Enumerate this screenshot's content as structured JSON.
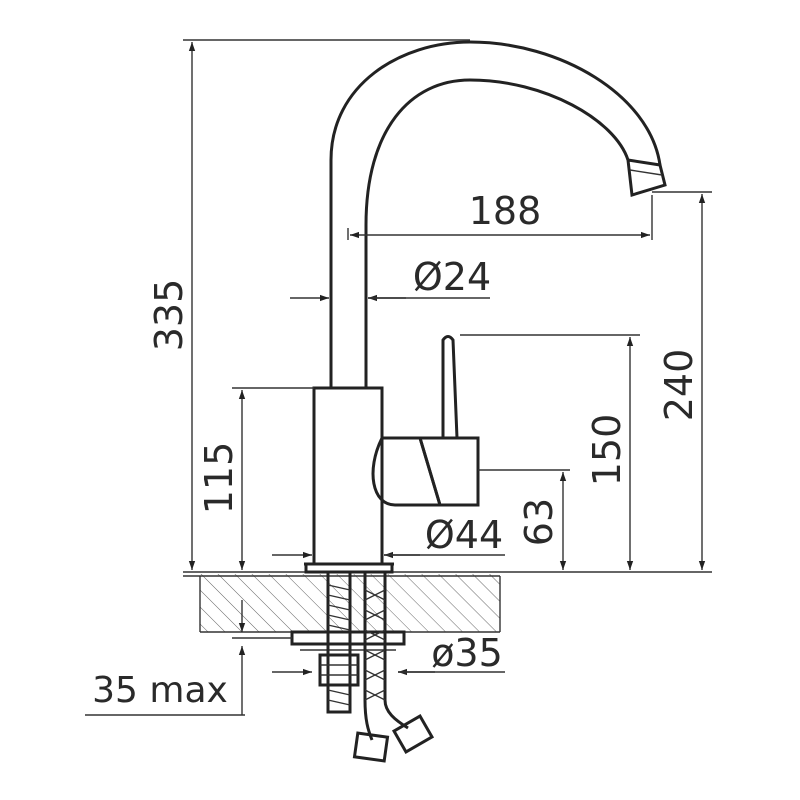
{
  "dimensions": {
    "height_total": "335",
    "reach": "188",
    "spout_diameter": "Ø24",
    "spout_height": "240",
    "lever_height": "150",
    "body_height": "115",
    "body_diameter": "Ø44",
    "handle_axis_height": "63",
    "hole_diameter": "ø35",
    "counter_thickness": "35 max"
  }
}
